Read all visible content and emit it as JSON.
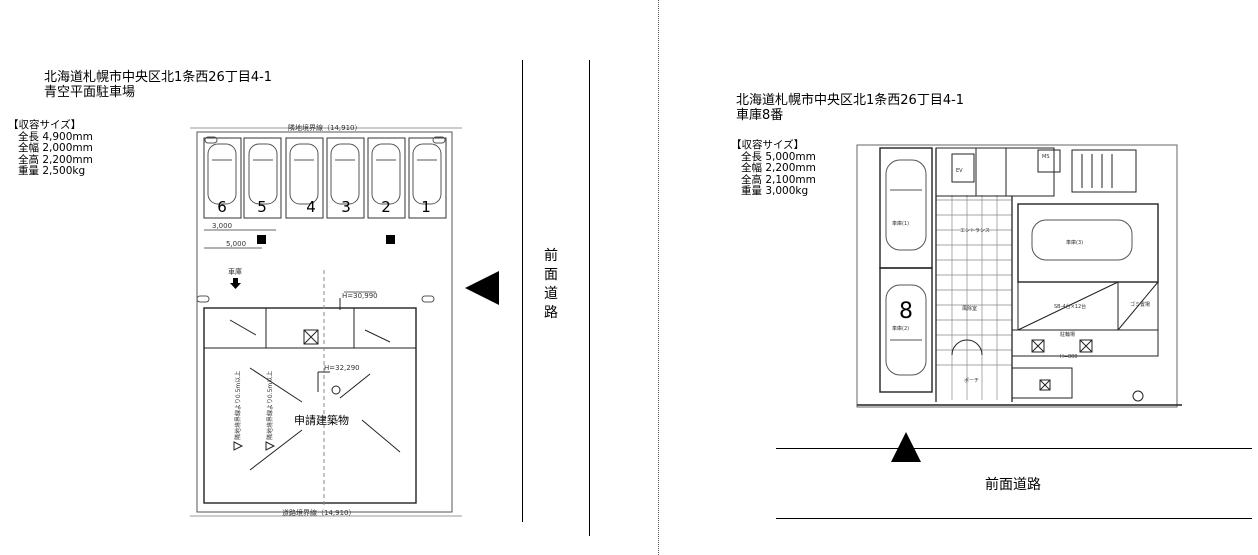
{
  "left": {
    "address": "北海道札幌市中央区北1条西26丁目4-1",
    "facility": "青空平面駐車場",
    "size_heading": "【収容サイズ】",
    "specs": [
      "全長 4,900mm",
      "全幅 2,000mm",
      "全高 2,200mm",
      "重量 2,500kg"
    ],
    "road_chars": [
      "前",
      "面",
      "道",
      "路"
    ],
    "plan": {
      "top_dim": "隣地境界線（14,910）",
      "bottom_dim": "道路境界線（14,910）",
      "slots": [
        "6",
        "5",
        "4",
        "3",
        "2",
        "1"
      ],
      "dim_3000": "3,000",
      "dim_5000": "5,000",
      "entry_label": "車庫",
      "h1": "H=30,990",
      "h2": "H=32,290",
      "building_label": "申請建築物",
      "vert_note": "隣地境界線より0.5m以上"
    }
  },
  "right": {
    "address": "北海道札幌市中央区北1条西26丁目4-1",
    "facility": "車庫8番",
    "size_heading": "【収容サイズ】",
    "specs": [
      "全長 5,000mm",
      "全幅 2,200mm",
      "全高 2,100mm",
      "重量 3,000kg"
    ],
    "road_label": "前面道路",
    "plan": {
      "bay_number": "8",
      "garage1": "車庫(1)",
      "garage2": "車庫(2)",
      "garage3": "車庫(3)",
      "entrance": "エントランス",
      "hall": "風除室",
      "bike": "駐輪場",
      "porch": "ポーチ",
      "gomi": "ゴミ置場",
      "ev": "EV",
      "ms": "MS",
      "h_label": "H=800",
      "bike_count": "SB-4台×12台"
    }
  },
  "colors": {
    "ink": "#000000",
    "line": "#333333",
    "grid": "#777777"
  }
}
